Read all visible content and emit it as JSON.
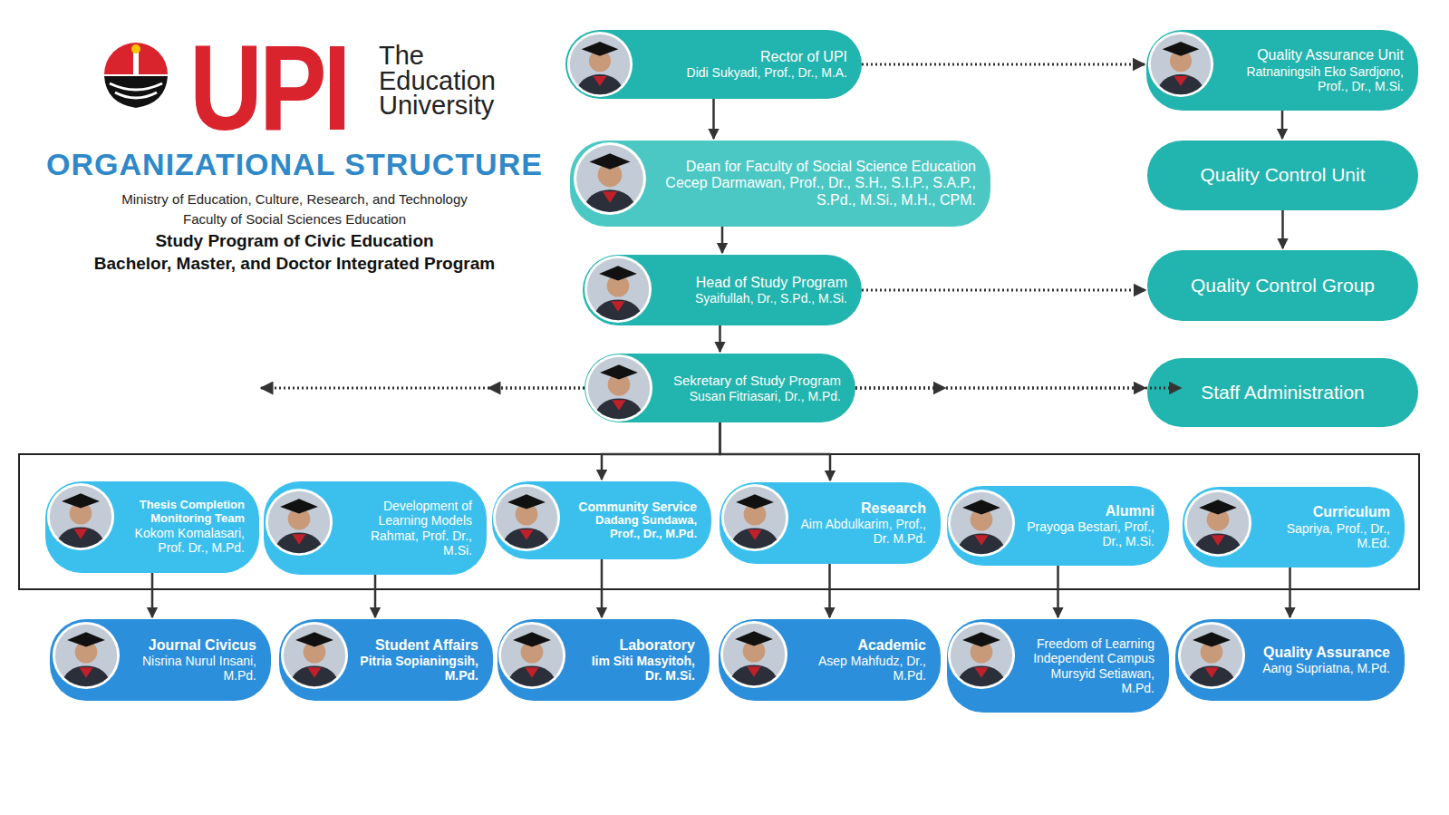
{
  "diagram": {
    "title": "ORGANIZATIONAL STRUCTURE",
    "nodes": [
      {
        "text": [
          "Rector of UPI",
          "Didi Sukyadi, Prof., Dr., M.A."
        ]
      },
      {
        "text": [
          "Quality Assurance Unit",
          "Ratnaningsih Eko Sardjono, Prof., Dr., M.Si."
        ]
      },
      {
        "text": [
          "Dean for Faculty of Social Science Education",
          "Cecep Darmawan, Prof., Dr., S.H., S.I.P., S.A.P., S.Pd., M.Si., M.H., CPM."
        ]
      },
      {
        "text": [
          "Quality Control Unit"
        ]
      },
      {
        "text": [
          "Head of Study Program",
          "Syaifullah, Dr., S.Pd., M.Si."
        ]
      },
      {
        "text": [
          "Quality Control Group"
        ]
      },
      {
        "text": [
          "Sekretary of Study Program",
          "Susan Fitriasari, Dr., M.Pd."
        ]
      },
      {
        "text": [
          "Staff Administration"
        ]
      },
      {
        "text": [
          "Thesis Completion Monitoring Team",
          "Kokom Komalasari, Prof. Dr., M.Pd."
        ]
      },
      {
        "text": [
          "Development of Learning Models",
          "Rahmat, Prof. Dr., M.Si."
        ]
      },
      {
        "text": [
          "Community Service",
          "Dadang Sundawa, Prof., Dr., M.Pd."
        ]
      },
      {
        "text": [
          "Research",
          "Aim Abdulkarim, Prof., Dr. M.Pd."
        ]
      },
      {
        "text": [
          "Alumni",
          "Prayoga Bestari, Prof., Dr., M.Si."
        ]
      },
      {
        "text": [
          "Curriculum",
          "Sapriya, Prof., Dr., M.Ed."
        ]
      },
      {
        "text": [
          "Journal Civicus",
          "Nisrina Nurul Insani, M.Pd."
        ]
      },
      {
        "text": [
          "Student Affairs",
          "Pitria Sopianingsih, M.Pd."
        ]
      },
      {
        "text": [
          "Laboratory",
          "Iim Siti Masyitoh, Dr. M.Si."
        ]
      },
      {
        "text": [
          "Academic",
          "Asep Mahfudz, Dr., M.Pd."
        ]
      },
      {
        "text": [
          "Freedom of Learning Independent Campus",
          "Mursyid Setiawan, M.Pd."
        ]
      },
      {
        "text": [
          "Quality Assurance",
          "Aang Supriatna, M.Pd."
        ]
      }
    ],
    "edges": [
      {
        "from": 0,
        "to": 1,
        "arrow": "to"
      },
      {
        "from": 0,
        "to": 2,
        "arrow": "to"
      },
      {
        "from": 1,
        "to": 3,
        "arrow": "to"
      },
      {
        "from": 3,
        "to": 5,
        "arrow": "to"
      },
      {
        "from": 2,
        "to": 4,
        "arrow": "to"
      },
      {
        "from": 4,
        "to": 5,
        "arrow": "to"
      },
      {
        "from": 4,
        "to": 6,
        "arrow": "to"
      },
      {
        "from": 6,
        "to": 7,
        "arrow": "to"
      },
      {
        "from": 6,
        "to": 8,
        "arrow": "to"
      },
      {
        "from": 6,
        "to": 9,
        "arrow": "to"
      },
      {
        "from": 6,
        "to": 10,
        "arrow": "to"
      },
      {
        "from": 6,
        "to": 11,
        "arrow": "to"
      },
      {
        "from": 6,
        "to": 12,
        "arrow": "to"
      },
      {
        "from": 6,
        "to": 13,
        "arrow": "to"
      },
      {
        "from": 8,
        "to": 14,
        "arrow": "to"
      },
      {
        "from": 9,
        "to": 15,
        "arrow": "to"
      },
      {
        "from": 10,
        "to": 16,
        "arrow": "to"
      },
      {
        "from": 11,
        "to": 17,
        "arrow": "to"
      },
      {
        "from": 12,
        "to": 18,
        "arrow": "to"
      },
      {
        "from": 13,
        "to": 19,
        "arrow": "to"
      }
    ],
    "labels": [
      "UPI",
      "The Education University",
      "Ministry of Education, Culture, Research, and Technology",
      "Faculty of Social Sciences Education",
      "Study Program of Civic Education",
      "Bachelor, Master, and Doctor Integrated Program"
    ]
  }
}
